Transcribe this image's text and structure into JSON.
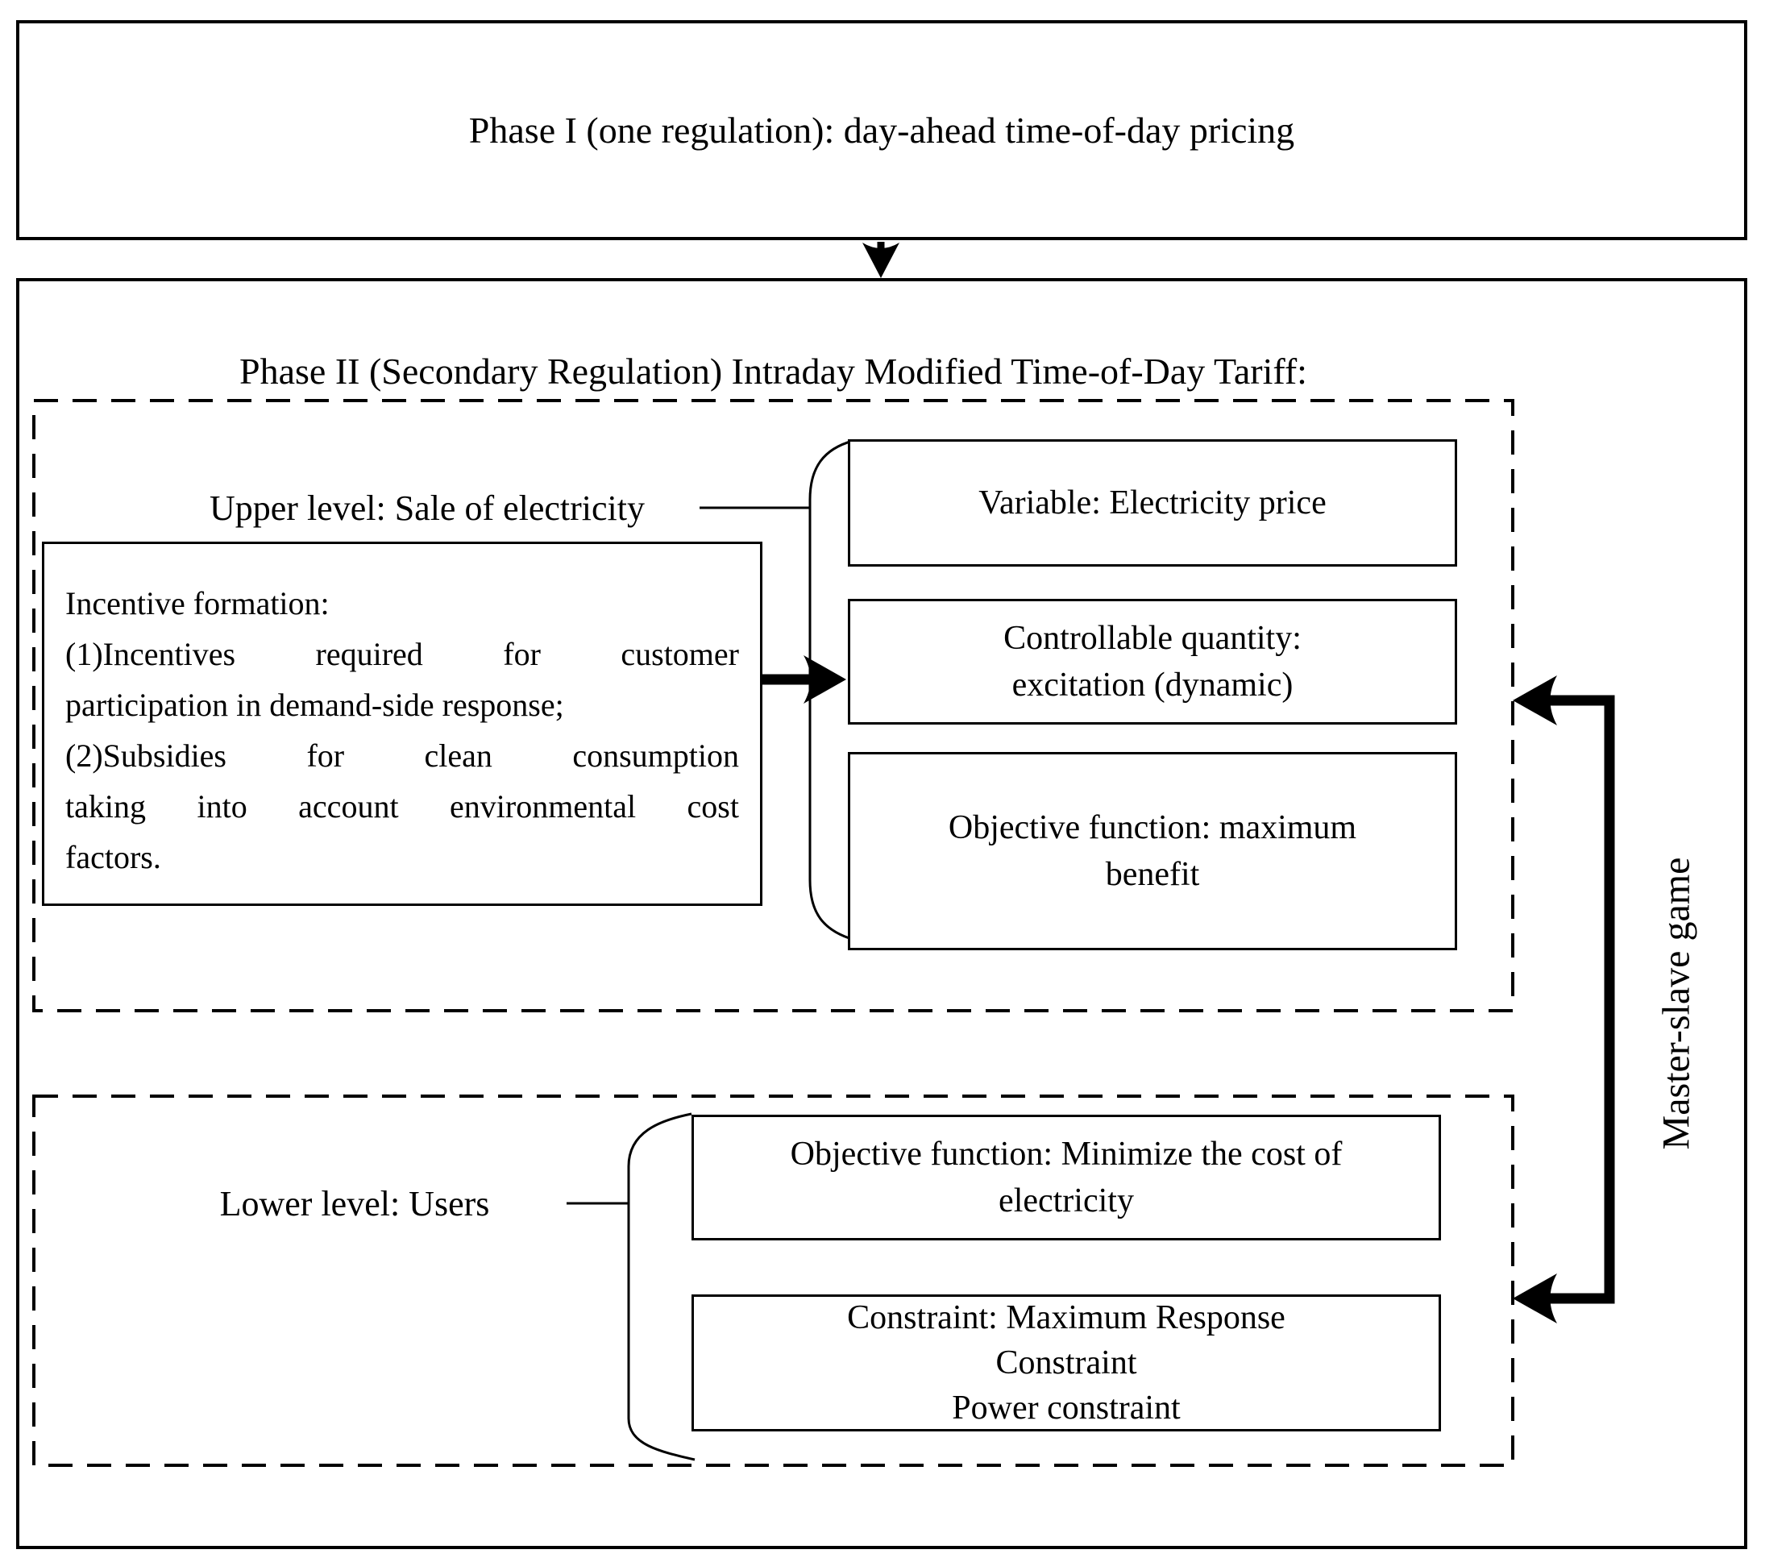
{
  "phase1": {
    "title": "Phase I (one regulation): day-ahead time-of-day pricing"
  },
  "phase2": {
    "title": "Phase II (Secondary Regulation) Intraday Modified Time-of-Day Tariff:",
    "upper": {
      "label": "Upper level: Sale of electricity",
      "incentive": {
        "lines": [
          "Incentive formation:",
          "(1)Incentives required for customer",
          "participation in demand-side response;",
          "(2)Subsidies for clean consumption",
          "taking into account environmental cost",
          "factors."
        ]
      },
      "boxes": {
        "variable": "Variable: Electricity price",
        "controllable": [
          "Controllable quantity:",
          "excitation (dynamic)"
        ],
        "objective": [
          "Objective function: maximum",
          "benefit"
        ]
      }
    },
    "lower": {
      "label": "Lower level: Users",
      "boxes": {
        "objective": [
          "Objective function: Minimize the cost of",
          "electricity"
        ],
        "constraint": [
          "Constraint: Maximum Response",
          "Constraint",
          "Power constraint"
        ]
      }
    },
    "game_label": "Master-slave game"
  },
  "colors": {
    "stroke": "#000000",
    "background": "#ffffff"
  }
}
